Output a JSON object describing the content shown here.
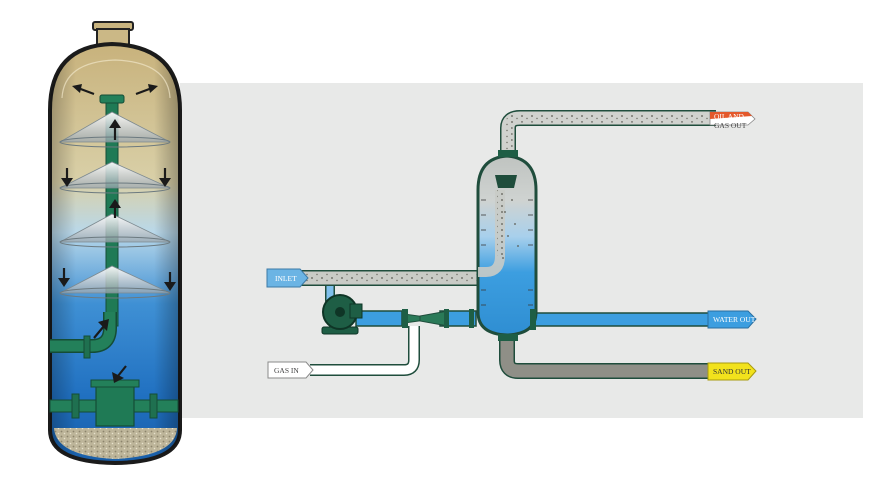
{
  "labels": {
    "inlet": "INLET",
    "gas_in": "GAS IN",
    "oil_and_gas_out_line1": "OIL AND",
    "oil_and_gas_out_line2": "GAS OUT",
    "water_out": "WATER OUT",
    "sand_out": "SAND OUT"
  },
  "colors": {
    "panel_bg": "#e8e9e8",
    "inlet_arrow": "#6bb4e4",
    "water_arrow": "#3c9ee0",
    "oil_arrow": "#e4582b",
    "sand_arrow": "#f2e21c",
    "gas_in_arrow": "#ffffff",
    "pipe_outline": "#1f4d3c",
    "gas_pipe": "#c9cbc6",
    "water_fill": "#3c9ee0",
    "vessel_green": "#1e5e45",
    "sand_pipe": "#8a8a82"
  },
  "icons": {
    "pump": "pump-icon",
    "ejector": "ejector-icon",
    "cutaway": "separator-cutaway-illustration"
  }
}
